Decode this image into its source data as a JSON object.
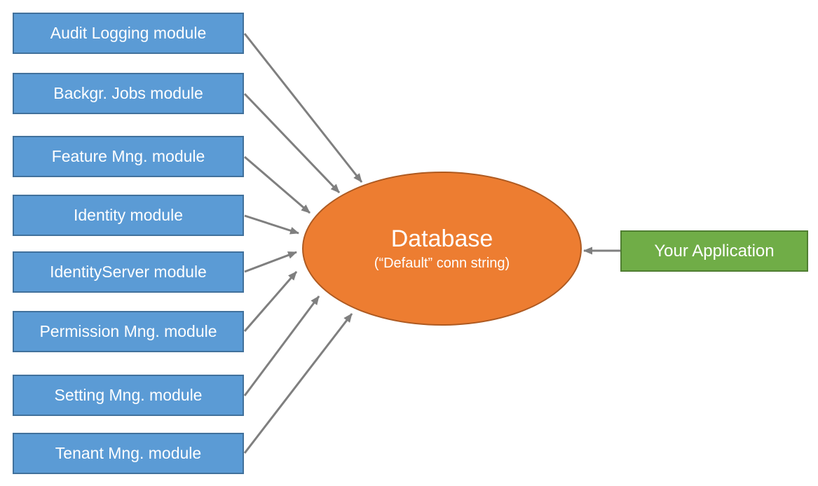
{
  "diagram": {
    "modules": [
      {
        "label": "Audit Logging module"
      },
      {
        "label": "Backgr. Jobs module"
      },
      {
        "label": "Feature Mng. module"
      },
      {
        "label": "Identity module"
      },
      {
        "label": "IdentityServer module"
      },
      {
        "label": "Permission Mng. module"
      },
      {
        "label": "Setting Mng. module"
      },
      {
        "label": "Tenant Mng. module"
      }
    ],
    "database": {
      "title": "Database",
      "subtitle": "(“Default” conn string)"
    },
    "application": {
      "label": "Your Application"
    },
    "colors": {
      "module_fill": "#5B9BD5",
      "module_border": "#41719C",
      "database_fill": "#ED7D31",
      "database_border": "#AE5A21",
      "application_fill": "#70AD47",
      "application_border": "#507E32",
      "arrow": "#7F7F7F",
      "text": "#FFFFFF"
    }
  }
}
